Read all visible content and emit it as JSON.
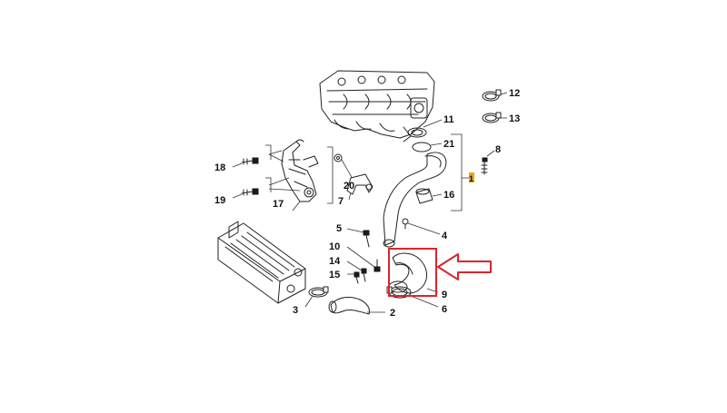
{
  "diagram": {
    "callouts": [
      {
        "id": "c1",
        "label": "1"
      },
      {
        "id": "c2",
        "label": "2"
      },
      {
        "id": "c3",
        "label": "3"
      },
      {
        "id": "c4",
        "label": "4"
      },
      {
        "id": "c5",
        "label": "5"
      },
      {
        "id": "c6",
        "label": "6"
      },
      {
        "id": "c7",
        "label": "7"
      },
      {
        "id": "c8",
        "label": "8"
      },
      {
        "id": "c9",
        "label": "9"
      },
      {
        "id": "c10",
        "label": "10"
      },
      {
        "id": "c11",
        "label": "11"
      },
      {
        "id": "c12",
        "label": "12"
      },
      {
        "id": "c13",
        "label": "13"
      },
      {
        "id": "c14",
        "label": "14"
      },
      {
        "id": "c15",
        "label": "15"
      },
      {
        "id": "c16",
        "label": "16"
      },
      {
        "id": "c17",
        "label": "17"
      },
      {
        "id": "c18",
        "label": "18"
      },
      {
        "id": "c19",
        "label": "19"
      },
      {
        "id": "c20",
        "label": "20"
      },
      {
        "id": "c21",
        "label": "21"
      }
    ],
    "highlight_color": "#d9262c",
    "callout_1_color": "#e6a817"
  }
}
